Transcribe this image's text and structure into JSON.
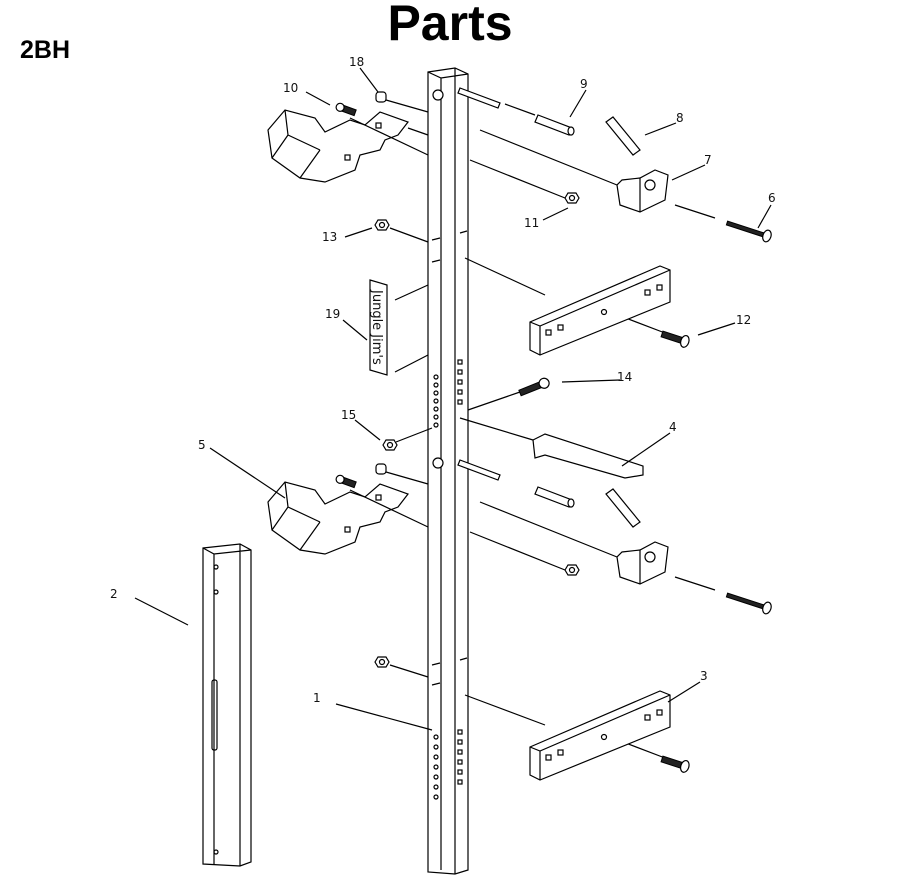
{
  "header": {
    "title": "Parts",
    "model": "2BH"
  },
  "sticker": {
    "text": "Jungle Jim's"
  },
  "callouts": {
    "p1": "1",
    "p2": "2",
    "p3": "3",
    "p4": "4",
    "p5": "5",
    "p6": "6",
    "p7": "7",
    "p8": "8",
    "p9": "9",
    "p10": "10",
    "p11": "11",
    "p12": "12",
    "p13": "13",
    "p14": "14",
    "p15": "15",
    "p18": "18",
    "p19": "19"
  }
}
